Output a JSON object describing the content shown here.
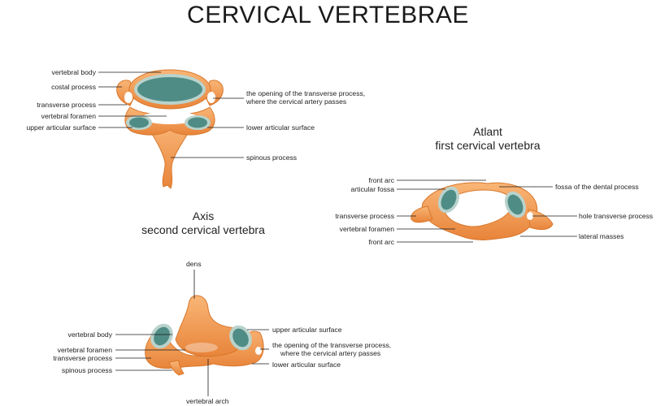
{
  "title": "CERVICAL VERTEBRAE",
  "typical": {
    "labels": {
      "vertebral_body": "vertebral body",
      "costal_process": "costal process",
      "transverse_process": "transverse process",
      "vertebral_foramen": "vertebral foramen",
      "upper_articular_surface": "upper articular surface",
      "opening_line1": "the opening of the transverse process,",
      "opening_line2": "where the cervical artery passes",
      "lower_articular_surface": "lower articular surface",
      "spinous_process": "spinous process"
    }
  },
  "atlant": {
    "title_line1": "Atlant",
    "title_line2": "first cervical vertebra",
    "labels": {
      "front_arc_top": "front arc",
      "articular_fossa": "articular fossa",
      "transverse_process": "transverse process",
      "vertebral_foramen": "vertebral foramen",
      "front_arc_bottom": "front arc",
      "fossa_dental": "fossa of the dental process",
      "hole_transverse": "hole transverse process",
      "lateral_masses": "lateral masses"
    }
  },
  "axis": {
    "title_line1": "Axis",
    "title_line2": "second cervical vertebra",
    "labels": {
      "dens": "dens",
      "vertebral_body": "vertebral body",
      "vertebral_foramen": "vertebral foramen",
      "transverse_process": "transverse process",
      "spinous_process": "spinous process",
      "vertebral_arch": "vertebral arch",
      "upper_articular_surface": "upper articular surface",
      "opening_line1": "the opening of the transverse process,",
      "opening_line2": "where the cervical artery passes",
      "lower_articular_surface": "lower articular surface"
    }
  },
  "colors": {
    "bone": "#f29a50",
    "bone_dark": "#d8772c",
    "bone_light": "#f9c48a",
    "cartilage": "#4f8c85",
    "cartilage_light": "#b9d3cc"
  }
}
